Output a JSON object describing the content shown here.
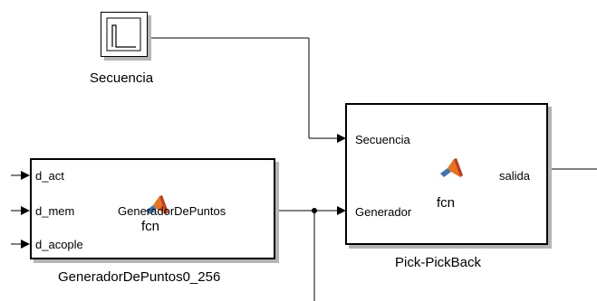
{
  "blocks": {
    "secuencia": {
      "caption": "Secuencia"
    },
    "generador": {
      "caption": "GeneradorDePuntos0_256",
      "inputs": [
        "d_act",
        "d_mem",
        "d_acople"
      ],
      "output": "GeneradorDePuntos",
      "function": "fcn"
    },
    "pick": {
      "caption": "Pick-PickBack",
      "inputs": [
        "Secuencia",
        "Generador"
      ],
      "output": "salida",
      "function": "fcn"
    }
  },
  "icons": {
    "matlab_function": "matlab-logo-icon",
    "step_signal": "step-signal-icon"
  },
  "colors": {
    "wire": "#000000",
    "shadow": "#b5b5b5",
    "logo_orange": "#e8731e",
    "logo_red": "#c23a1c",
    "logo_blue": "#3f73b0"
  }
}
